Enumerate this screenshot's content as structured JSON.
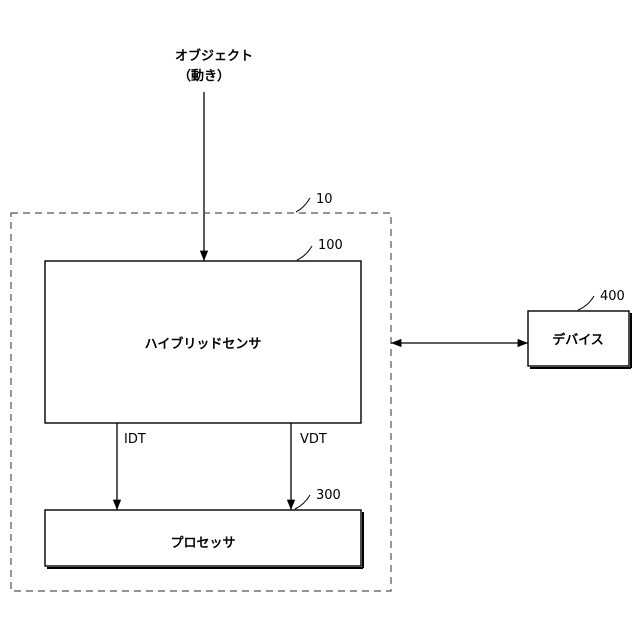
{
  "object_input": {
    "line1": "オブジェクト",
    "line2": "（動き）"
  },
  "system": {
    "ref": "10"
  },
  "hybrid_sensor": {
    "ref": "100",
    "label": "ハイブリッドセンサ"
  },
  "processor": {
    "ref": "300",
    "label": "プロセッサ"
  },
  "device": {
    "ref": "400",
    "label": "デバイス"
  },
  "signals": {
    "idt": "IDT",
    "vdt": "VDT"
  }
}
